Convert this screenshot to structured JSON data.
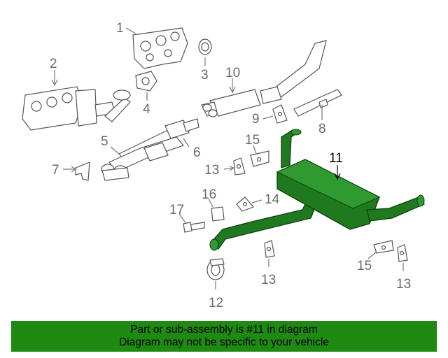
{
  "highlight_color": "#1f8a12",
  "callouts": {
    "c1": "1",
    "c2": "2",
    "c3": "3",
    "c4": "4",
    "c5": "5",
    "c6": "6",
    "c7": "7",
    "c8": "8",
    "c9": "9",
    "c10": "10",
    "c11": "11",
    "c12": "12",
    "c13a": "13",
    "c13b": "13",
    "c13c": "13",
    "c14": "14",
    "c15a": "15",
    "c15b": "15",
    "c16": "16",
    "c17": "17"
  },
  "banner": {
    "line1": "Part or sub-assembly is #11 in diagram",
    "line2": "Diagram may not be specific to your vehicle"
  }
}
